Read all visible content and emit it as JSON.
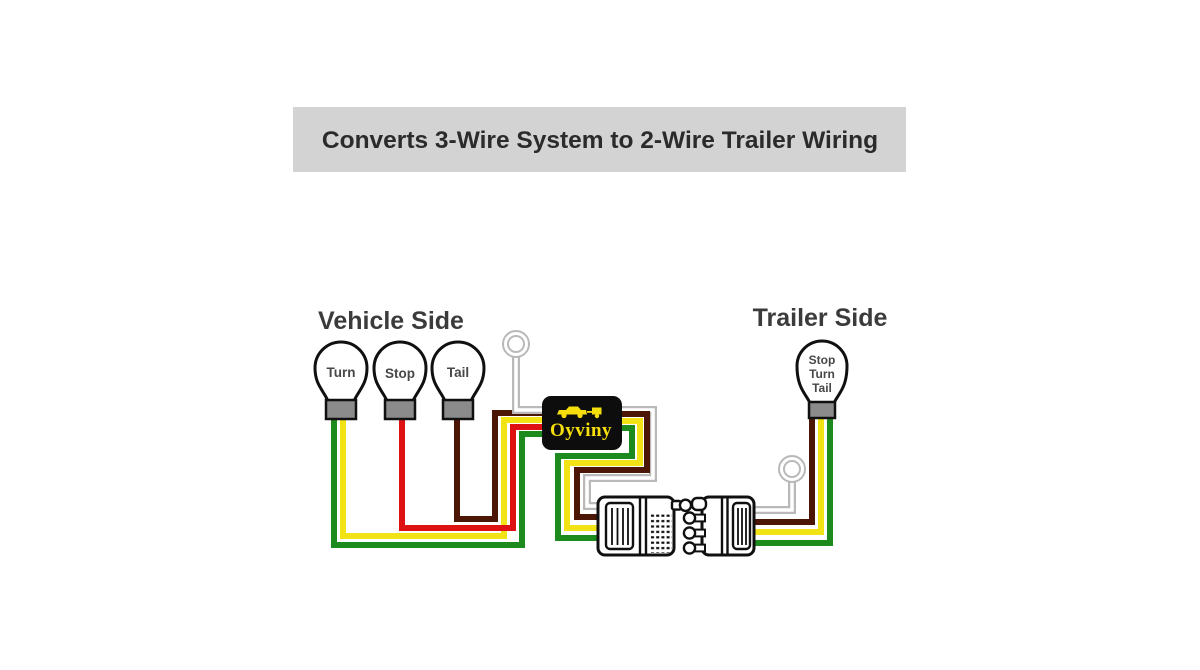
{
  "banner": {
    "title": "Converts 3-Wire System to 2-Wire Trailer Wiring"
  },
  "vehicle": {
    "title": "Vehicle Side",
    "bulbs": [
      {
        "label": "Turn"
      },
      {
        "label": "Stop"
      },
      {
        "label": "Tail"
      }
    ]
  },
  "trailer": {
    "title": "Trailer Side",
    "bulb": {
      "line1": "Stop",
      "line2": "Turn",
      "line3": "Tail"
    }
  },
  "converter": {
    "brand": "Oyviny"
  },
  "colors": {
    "banner_bg": "#d3d3d3",
    "banner_text": "#2b2b2b",
    "title_text": "#3b3b3b",
    "bulb_label": "#474747",
    "green": "#1d8a1d",
    "yellow": "#f2e317",
    "red": "#de1212",
    "brown": "#4c1607",
    "wire_gray": "#b9b9b9",
    "wire_core": "#ffffff",
    "bulb_base": "#8b8b8b",
    "converter_bg": "#0d0d0d",
    "brand_yellow": "#f6de0c"
  }
}
